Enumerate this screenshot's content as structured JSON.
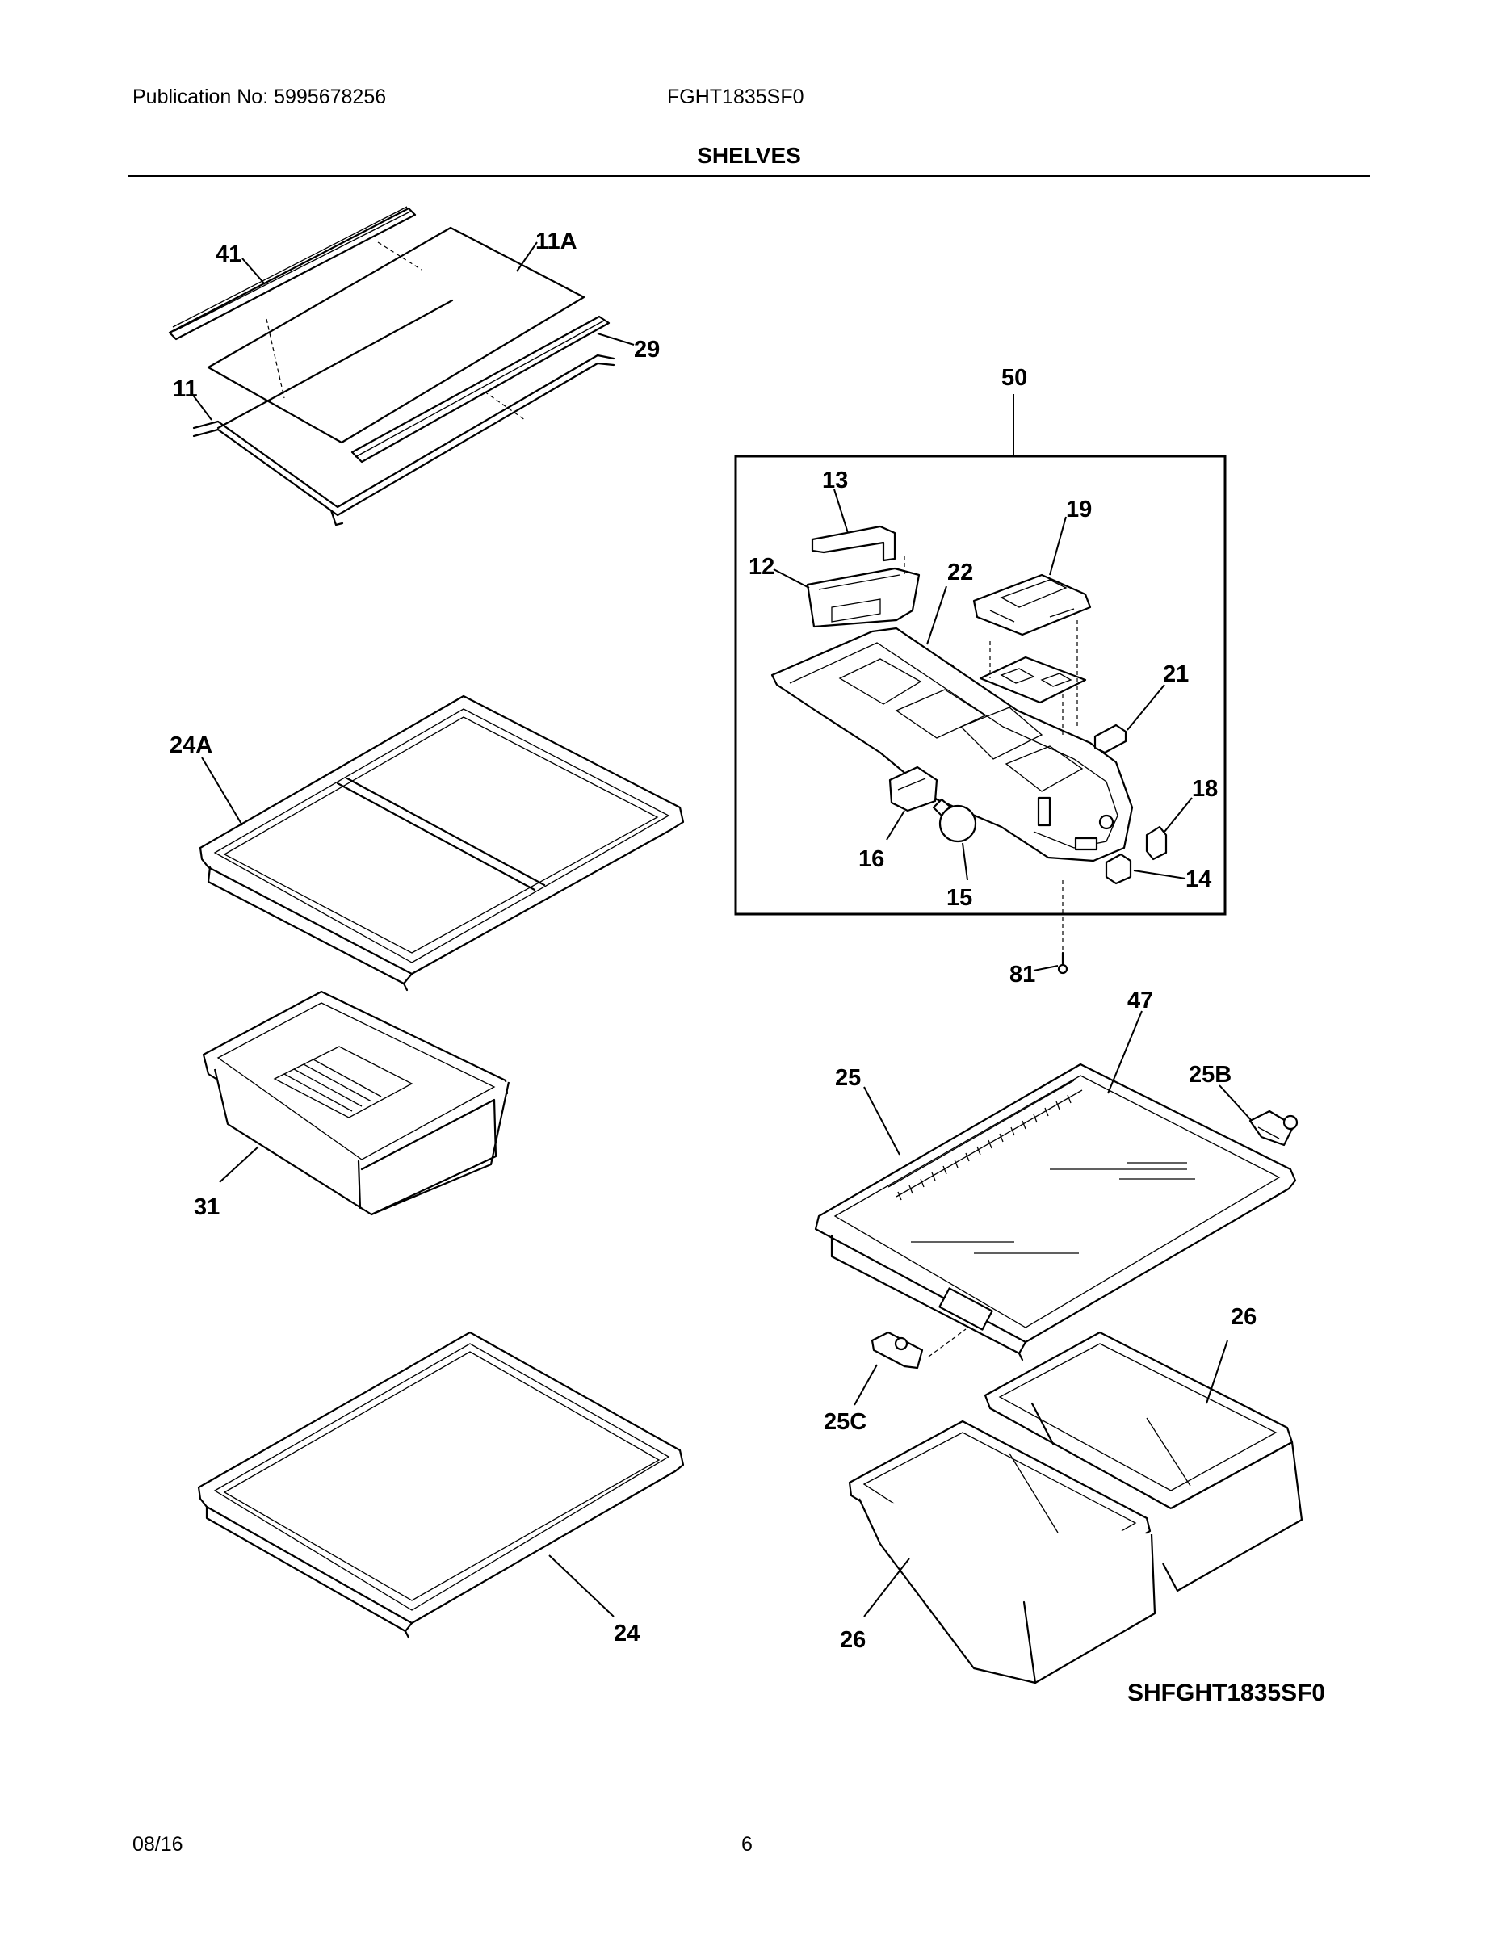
{
  "header": {
    "publication": "Publication No: 5995678256",
    "model": "FGHT1835SF0",
    "section_title": "SHELVES"
  },
  "callouts": {
    "c41": "41",
    "c11A": "11A",
    "c29": "29",
    "c11": "11",
    "c50": "50",
    "c13": "13",
    "c19": "19",
    "c12": "12",
    "c22": "22",
    "c21": "21",
    "c18": "18",
    "c16": "16",
    "c15": "15",
    "c14": "14",
    "c81": "81",
    "c24A": "24A",
    "c31": "31",
    "c47": "47",
    "c25": "25",
    "c25B": "25B",
    "c25C": "25C",
    "c26a": "26",
    "c26b": "26",
    "c24": "24"
  },
  "drawing_code": "SHFGHT1835SF0",
  "footer": {
    "date": "08/16",
    "page": "6"
  }
}
